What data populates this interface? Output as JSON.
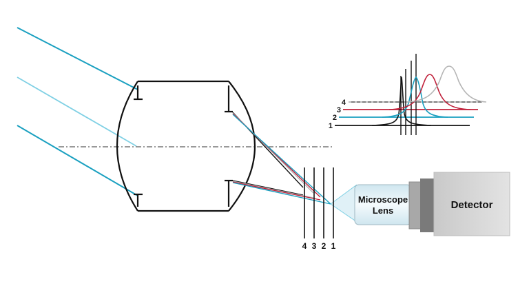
{
  "planes": {
    "labels": [
      "4",
      "3",
      "2",
      "1"
    ]
  },
  "microscope": {
    "line1": "Microscope",
    "line2": "Lens"
  },
  "detector": {
    "label": "Detector"
  },
  "profiles": {
    "labels": [
      "4",
      "3",
      "2",
      "1"
    ]
  },
  "colors": {
    "ray_teal": "#1aa0c0",
    "ray_light": "#7fd0e4",
    "profile_1": "#111111",
    "profile_2": "#1aa0c0",
    "profile_3": "#c0203a",
    "profile_4": "#b5b5b5",
    "detector_fill": "#d6d6d6",
    "detector_dark": "#7a7a7a"
  }
}
